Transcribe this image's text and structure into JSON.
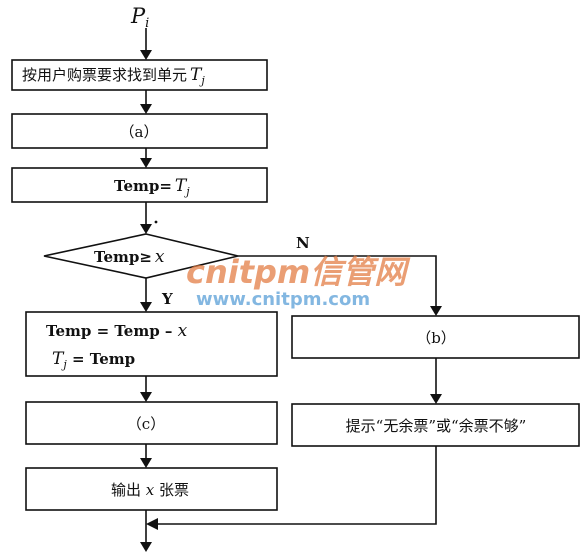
{
  "start_label": {
    "main": "P",
    "sub": "i"
  },
  "steps": {
    "find_unit": {
      "text": "按用户购票要求找到单元",
      "var": "T",
      "sub": "j"
    },
    "blank_a": "（a）",
    "temp_assign": {
      "text": "Temp=",
      "var": "T",
      "sub": "j"
    },
    "decision": {
      "text": "Temp≥",
      "var": "x"
    },
    "yes_label": "Y",
    "no_label": "N",
    "update_line1": {
      "text": "Temp = Temp – ",
      "var": "x"
    },
    "update_line2": {
      "var": "T",
      "sub": "j",
      "text": " = Temp"
    },
    "blank_b": "（b）",
    "blank_c": "（c）",
    "prompt": "提示“无余票”或“余票不够”",
    "output": {
      "before": "输出 ",
      "var": "x",
      "after": " 张票"
    }
  },
  "watermark": {
    "main": "cnitpm信管网",
    "url": "www.cnitpm.com"
  }
}
